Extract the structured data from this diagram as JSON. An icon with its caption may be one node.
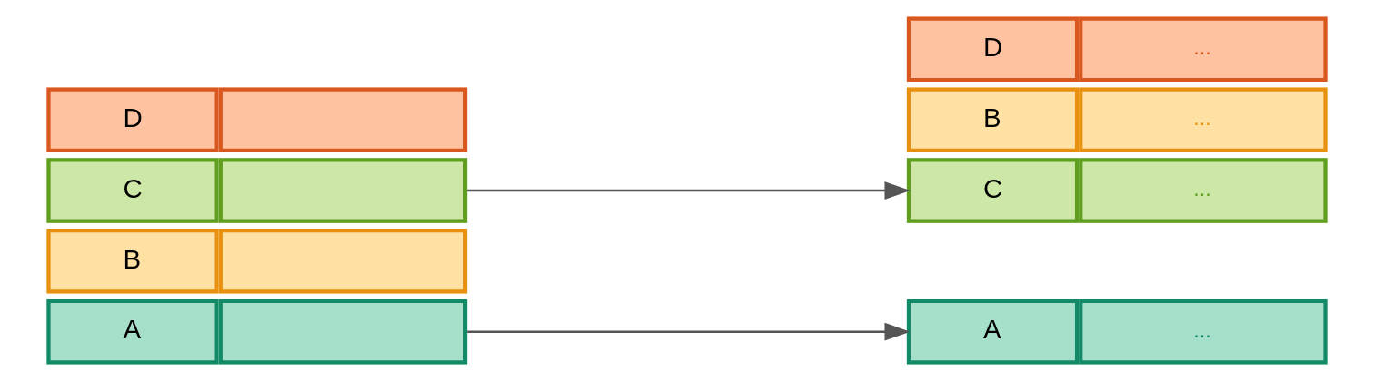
{
  "diagram": {
    "nodes": [
      {
        "text": [
          "A"
        ]
      },
      {
        "text": [
          "B"
        ]
      },
      {
        "text": [
          "C"
        ]
      },
      {
        "text": [
          "D"
        ]
      },
      {
        "text": [
          "A",
          "..."
        ]
      },
      {
        "text": [
          "B",
          "..."
        ]
      },
      {
        "text": [
          "C",
          "..."
        ]
      },
      {
        "text": [
          "D",
          "..."
        ]
      }
    ],
    "edges": [
      {
        "from": 0,
        "to": 4,
        "arrow": "to"
      },
      {
        "from": 2,
        "to": 6,
        "arrow": "to"
      }
    ]
  }
}
